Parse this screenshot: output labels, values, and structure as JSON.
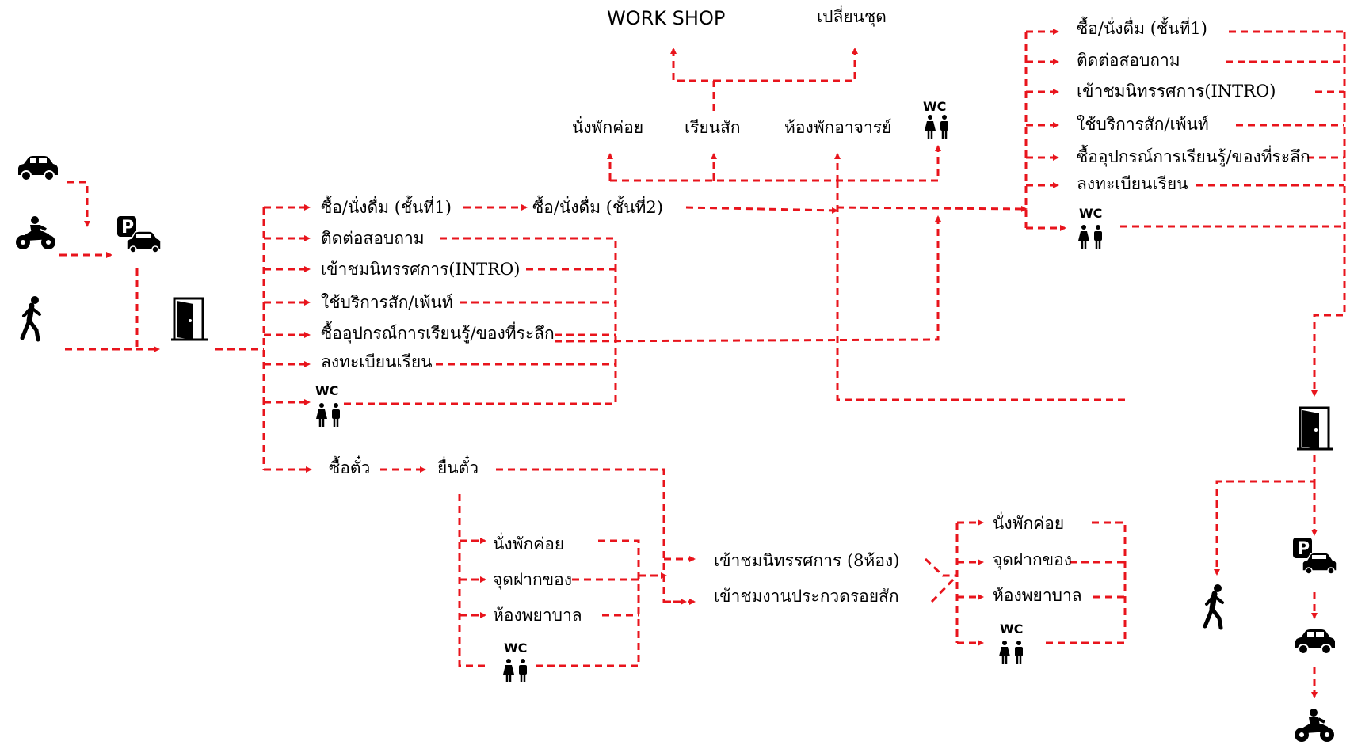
{
  "colors": {
    "line": "#e8141c",
    "icon": "#000000",
    "background": "#ffffff"
  },
  "icons": {
    "transport": [
      "car-icon",
      "motorcycle-icon",
      "walking-person-icon"
    ],
    "facilities": [
      "parking-icon",
      "door-exit-icon",
      "restroom-icon"
    ]
  },
  "top": {
    "workshop": "WORK SHOP",
    "change_clothes": "เปลี่ยนชุด",
    "rest": "นั่งพักค่อย",
    "learn_tattoo": "เรียนสัก",
    "teacher_room": "ห้องพักอาจารย์",
    "wc": "WC"
  },
  "left_menu": {
    "buy_drink_f1": "ซื้อ/นั่งดื่ม (ชั้นที่1)",
    "buy_drink_f2": "ซื้อ/นั่งดื่ม (ชั้นที่2)",
    "contact": "ติดต่อสอบถาม",
    "intro": "เข้าชมนิทรรศการ(INTRO)",
    "tattoo_service": "ใช้บริการสัก/เพ้นท์",
    "souvenir": "ซื้ออุปกรณ์การเรียนรู้/ของที่ระลึก",
    "register": "ลงทะเบียนเรียน",
    "wc": "WC"
  },
  "ticket": {
    "buy": "ซื้อตั๋ว",
    "submit": "ยื่นตั๋ว",
    "rest": "นั่งพักค่อย",
    "locker": "จุดฝากของ",
    "nurse": "ห้องพยาบาล",
    "wc": "WC"
  },
  "exhibition": {
    "eight_rooms": "เข้าชมนิทรรศการ (8ห้อง)",
    "contest": "เข้าชมงานประกวดรอยสัก"
  },
  "after_exhibit": {
    "rest": "นั่งพักค่อย",
    "locker": "จุดฝากของ",
    "nurse": "ห้องพยาบาล",
    "wc": "WC"
  },
  "right_menu": {
    "buy_drink_f1": "ซื้อ/นั่งดื่ม (ชั้นที่1)",
    "contact": "ติดต่อสอบถาม",
    "intro": "เข้าชมนิทรรศการ(INTRO)",
    "tattoo_service": "ใช้บริการสัก/เพ้นท์",
    "souvenir": "ซื้ออุปกรณ์การเรียนรู้/ของที่ระลึก",
    "register": "ลงทะเบียนเรียน",
    "wc": "WC"
  }
}
